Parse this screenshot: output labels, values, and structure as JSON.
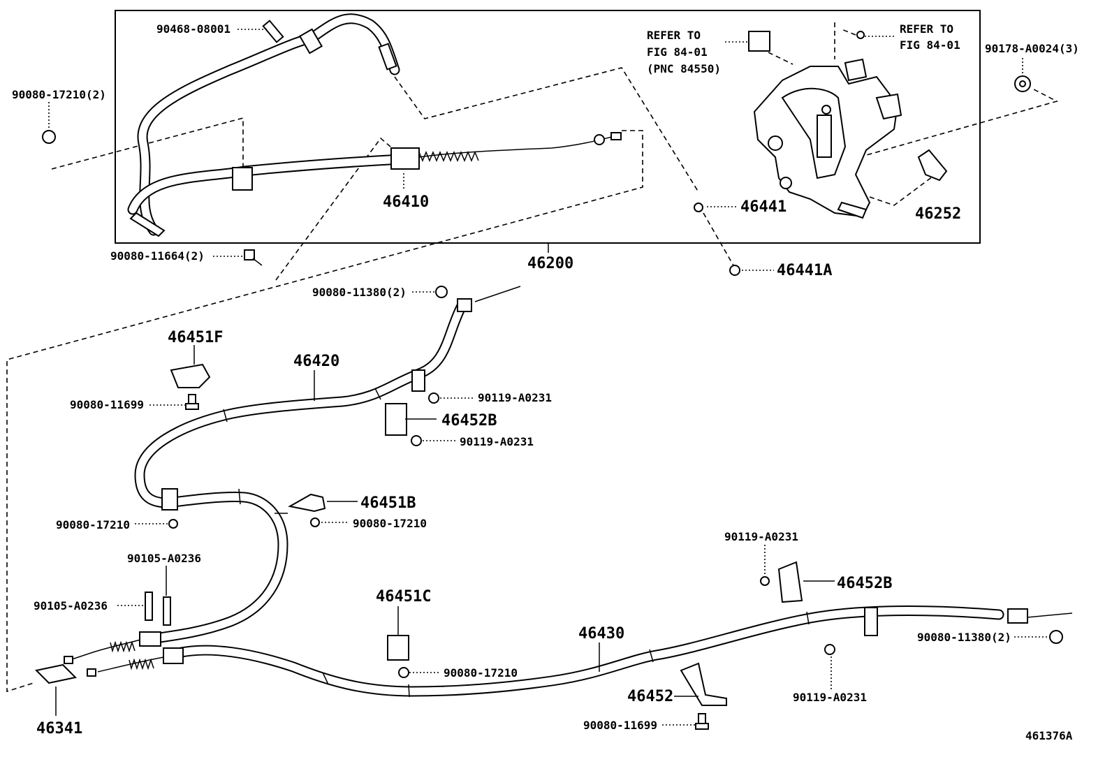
{
  "diagram_id": "461376A",
  "assembly_box_label": "46200",
  "refer": {
    "left": [
      "REFER TO",
      "FIG 84-01",
      "(PNC 84550)"
    ],
    "right": [
      "REFER TO",
      "FIG 84-01"
    ]
  },
  "labels": {
    "p90468_08001": "90468-08001",
    "p90080_17210_2": "90080-17210(2)",
    "p46410": "46410",
    "p90080_11664_2": "90080-11664(2)",
    "p46441": "46441",
    "p46441A": "46441A",
    "p46252": "46252",
    "p90178_A0024_3": "90178-A0024(3)",
    "p90080_11380_2_top": "90080-11380(2)",
    "p46451F": "46451F",
    "p46420": "46420",
    "p90080_11699_left": "90080-11699",
    "p90119_A0231_a": "90119-A0231",
    "p46452B_a": "46452B",
    "p90119_A0231_b": "90119-A0231",
    "p46451B": "46451B",
    "p90080_17210_a": "90080-17210",
    "p90080_17210_b": "90080-17210",
    "p90105_A0236_a": "90105-A0236",
    "p90105_A0236_b": "90105-A0236",
    "p46451C": "46451C",
    "p90080_17210_c": "90080-17210",
    "p46430": "46430",
    "p90119_A0231_c": "90119-A0231",
    "p46452B_b": "46452B",
    "p90080_11380_2_right": "90080-11380(2)",
    "p90119_A0231_d": "90119-A0231",
    "p46452": "46452",
    "p90080_11699_bottom": "90080-11699",
    "p46341": "46341"
  }
}
